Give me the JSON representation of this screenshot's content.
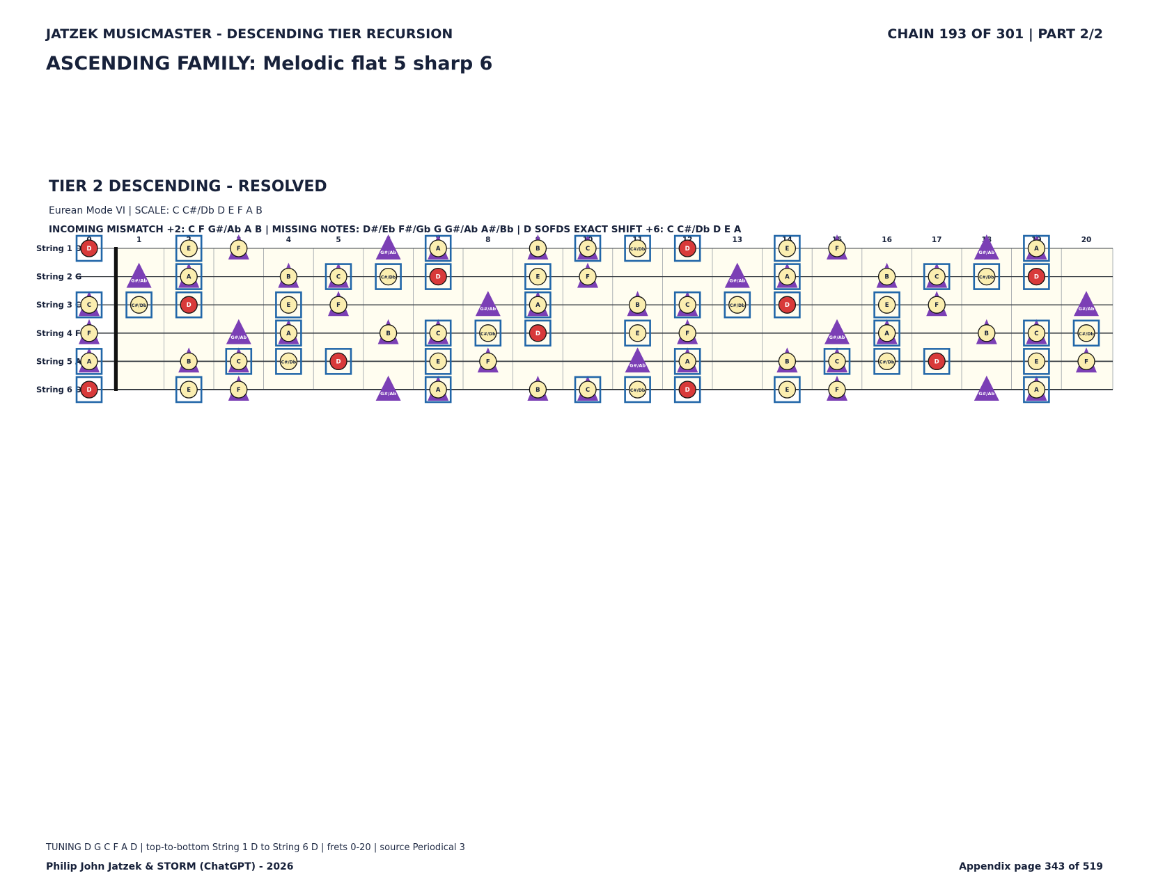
{
  "header": {
    "left": "JATZEK MUSICMASTER - DESCENDING TIER RECURSION",
    "right": "CHAIN 193 OF 301  |  PART 2/2",
    "title": "ASCENDING FAMILY: Melodic flat 5 sharp 6"
  },
  "tier": {
    "title": "TIER 2 DESCENDING - RESOLVED",
    "subtitle": "Eurean Mode VI  |  SCALE: C C#/Db D E F A B",
    "info": "INCOMING MISMATCH +2: C F G#/Ab A B  |  MISSING NOTES: D#/Eb F#/Gb G G#/Ab A#/Bb  |  D SOFDS EXACT SHIFT +6: C C#/Db D E A"
  },
  "fretboard": {
    "frets": [
      "0",
      "1",
      "2",
      "3",
      "4",
      "5",
      "6",
      "7",
      "8",
      "9",
      "10",
      "11",
      "12",
      "13",
      "14",
      "15",
      "16",
      "17",
      "18",
      "19",
      "20"
    ],
    "strings": [
      {
        "label": "String 1 D",
        "open": "D"
      },
      {
        "label": "String 2 G",
        "open": "G"
      },
      {
        "label": "String 3 C",
        "open": "C"
      },
      {
        "label": "String 4 F",
        "open": "F"
      },
      {
        "label": "String 5 A",
        "open": "A"
      },
      {
        "label": "String 6 D",
        "open": "D"
      }
    ],
    "chromatic": [
      "C",
      "C#/Db",
      "D",
      "D#/Eb",
      "E",
      "F",
      "F#/Gb",
      "G",
      "G#/Ab",
      "A",
      "A#/Bb",
      "B"
    ],
    "scale_notes": [
      "C",
      "C#/Db",
      "D",
      "E",
      "F",
      "A",
      "B"
    ],
    "root": "D",
    "incoming_mismatch": [
      "C",
      "F",
      "G#/Ab",
      "A",
      "B"
    ],
    "shift_boxes": [
      "C",
      "C#/Db",
      "D",
      "E",
      "A"
    ],
    "colors": {
      "note_fill": "#fbeeb0",
      "root_fill": "#d83a3a",
      "triangle": "#7b3fb5",
      "box": "#2166a8",
      "board": "#fffdf0",
      "text": "#17213a"
    }
  },
  "footer": {
    "note": "TUNING D G C F A D | top-to-bottom String 1 D to String 6 D | frets 0-20 | source Periodical 3",
    "left": "Philip John Jatzek & STORM (ChatGPT) - 2026",
    "right": "Appendix page 343 of 519"
  }
}
